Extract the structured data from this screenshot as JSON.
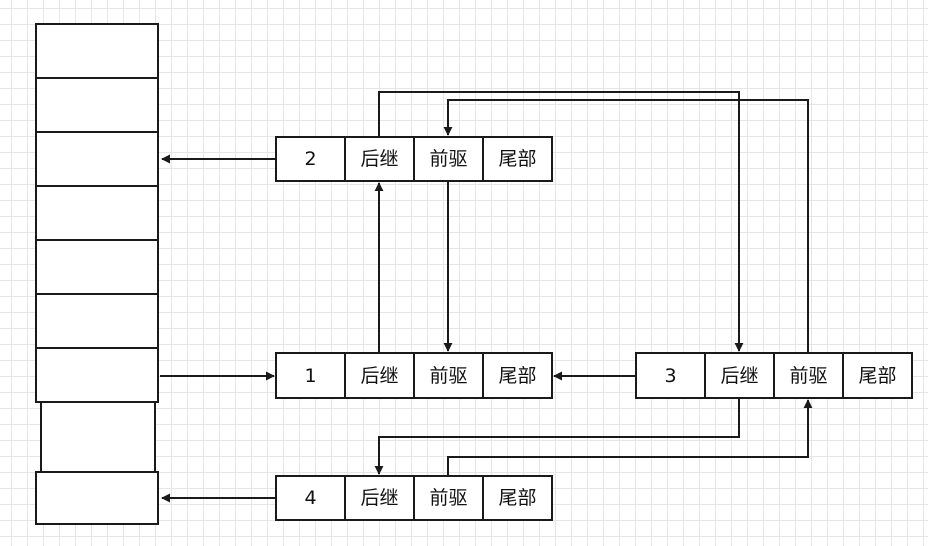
{
  "nodes": [
    {
      "id": "node-2",
      "fields": [
        "2",
        "后继",
        "前驱",
        "尾部"
      ]
    },
    {
      "id": "node-1",
      "fields": [
        "1",
        "后继",
        "前驱",
        "尾部"
      ]
    },
    {
      "id": "node-3",
      "fields": [
        "3",
        "后继",
        "前驱",
        "尾部"
      ]
    },
    {
      "id": "node-4",
      "fields": [
        "4",
        "后继",
        "前驱",
        "尾部"
      ]
    }
  ],
  "colors": {
    "line": "#1a1a1a",
    "grid": "#e6e6e6",
    "fill": "#ffffff"
  }
}
